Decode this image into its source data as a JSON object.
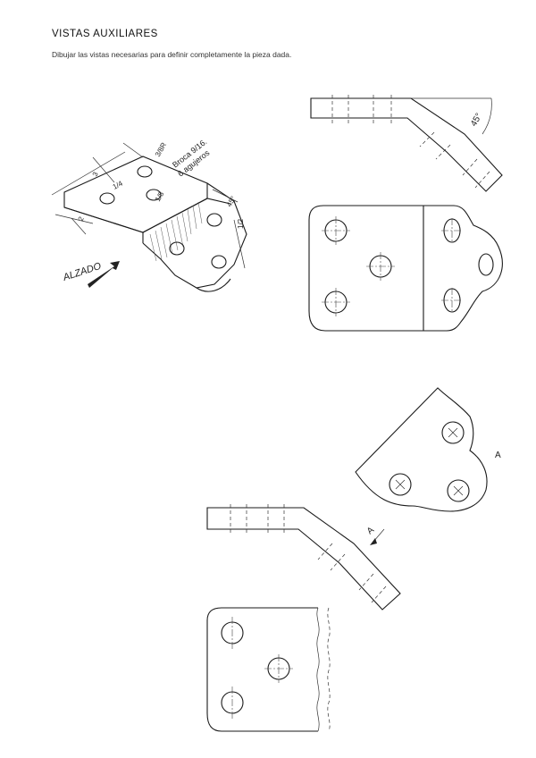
{
  "header": {
    "title": "VISTAS  AUXILIARES",
    "instruction": "Dibujar las vistas necesarias para definir completamente la pieza dada."
  },
  "isometric": {
    "drill_note_line1": "Broca 9/16.",
    "drill_note_line2": "6 agujeros",
    "radius_note": "3/8R",
    "angle_note": "45°",
    "arrow_label": "ALZADO"
  },
  "views": {
    "top_angle_label": "45°",
    "aux_view_label": "A",
    "direction_arrow_label": "A"
  }
}
